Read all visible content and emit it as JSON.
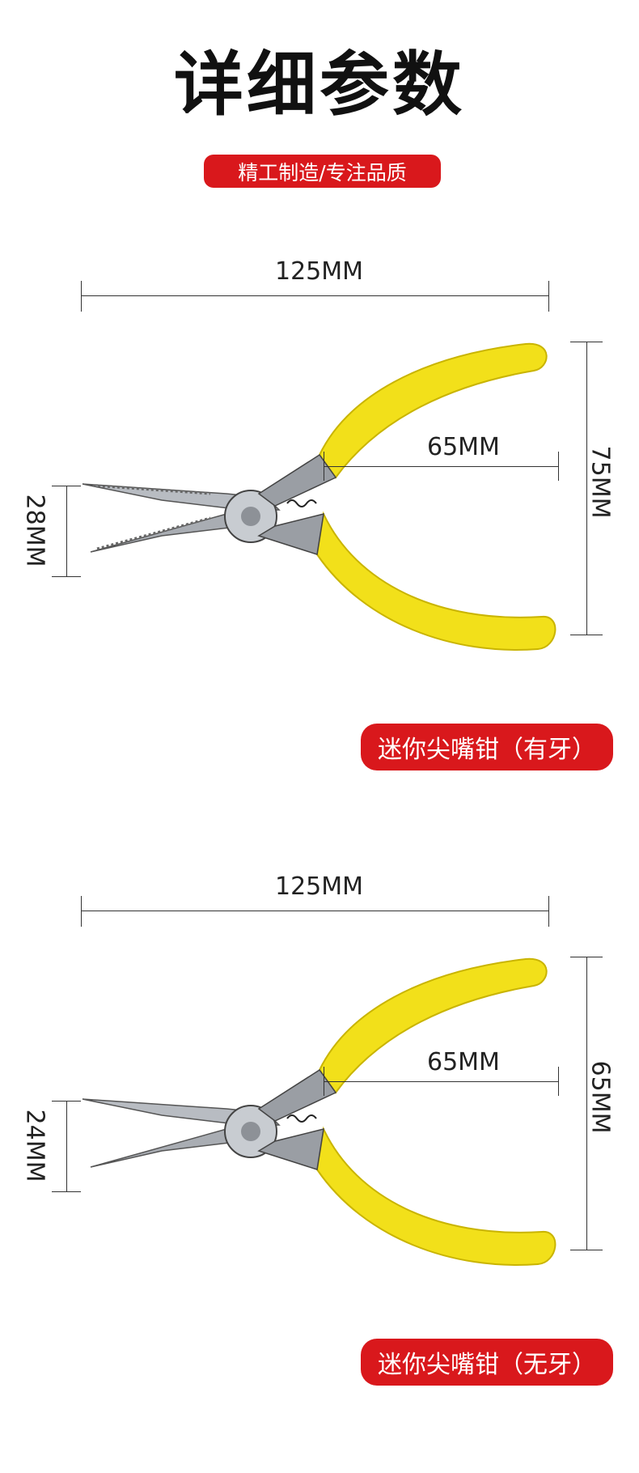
{
  "header": {
    "title": "详细参数",
    "subtitle": "精工制造/专注品质"
  },
  "products": [
    {
      "name": "迷你尖嘴钳（有牙）",
      "length": "125MM",
      "jaw_width": "28MM",
      "height": "75MM",
      "handle_gap": "65MM",
      "jaw_type": "serrated"
    },
    {
      "name": "迷你尖嘴钳（无牙）",
      "length": "125MM",
      "jaw_width": "24MM",
      "height": "65MM",
      "handle_gap": "65MM",
      "jaw_type": "smooth"
    }
  ],
  "colors": {
    "accent_red": "#d9181c",
    "handle_yellow": "#f2e01a",
    "steel": "#b8bcc2"
  }
}
